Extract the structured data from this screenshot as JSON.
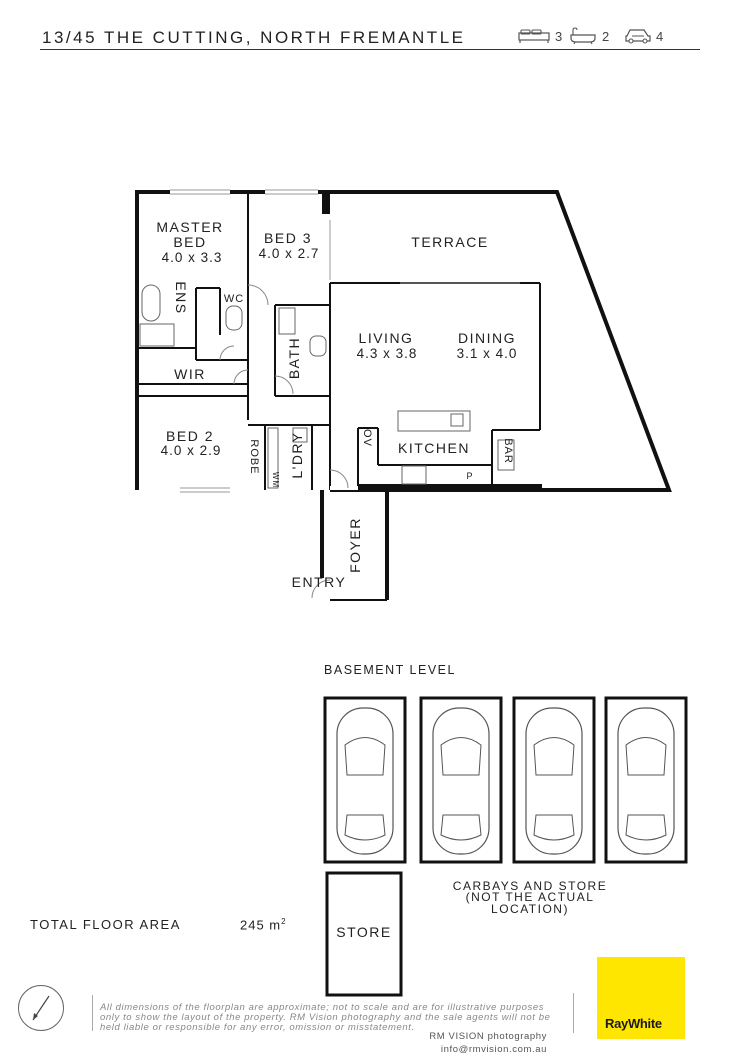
{
  "header": {
    "address": "13/45 THE CUTTING, NORTH FREMANTLE",
    "beds": "3",
    "baths": "2",
    "cars": "4"
  },
  "rooms": {
    "master_bed": "MASTER",
    "master_bed2": "BED",
    "master_dim": "4.0 x 3.3",
    "bed3": "BED 3",
    "bed3_dim": "4.0 x 2.7",
    "terrace": "TERRACE",
    "ens": "ENS",
    "wc": "WC",
    "bath": "BATH",
    "wir": "WIR",
    "living": "LIVING",
    "living_dim": "4.3 x 3.8",
    "dining": "DINING",
    "dining_dim": "3.1 x 4.0",
    "bed2": "BED 2",
    "bed2_dim": "4.0 x 2.9",
    "robe": "ROBE",
    "wm": "WM",
    "ldry": "L'DRY",
    "ov": "OV",
    "kitchen": "KITCHEN",
    "bar": "BAR",
    "pantry": "P",
    "foyer": "FOYER",
    "entry": "ENTRY"
  },
  "basement": {
    "title": "BASEMENT LEVEL",
    "carbays_line1": "CARBAYS AND STORE",
    "carbays_line2": "(NOT THE ACTUAL",
    "carbays_line3": "LOCATION)",
    "store": "STORE"
  },
  "footer": {
    "area_label": "TOTAL FLOOR AREA",
    "area_value": "245 m",
    "area_unit_sup": "2",
    "disclaimer": "All dimensions of the floorplan are approximate; not to scale and are for illustrative purposes only to show the layout of the property. RM Vision photography and the sale agents will not be held liable or responsible for any error, omission or misstatement.",
    "credit1": "RM VISION photography",
    "credit2": "info@rmvision.com.au",
    "logo": "RayWhite"
  },
  "icons": [
    "bed-icon",
    "bath-icon",
    "car-icon",
    "compass-icon"
  ],
  "colors": {
    "logo_bg": "#ffe600",
    "walls": "#111111"
  }
}
